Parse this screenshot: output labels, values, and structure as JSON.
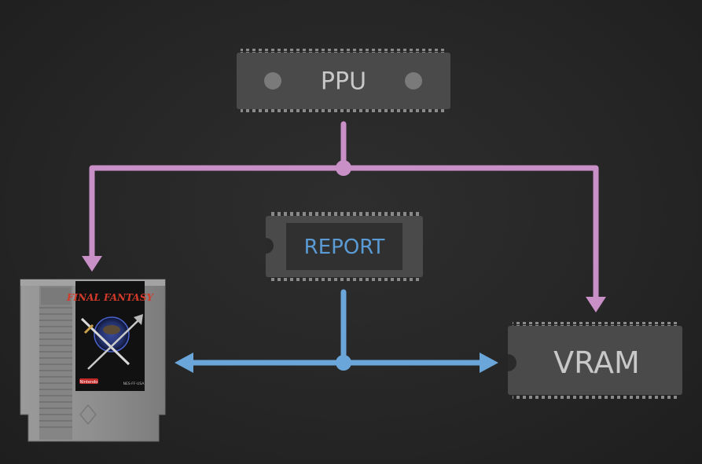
{
  "chips": {
    "ppu": {
      "label": "PPU"
    },
    "report": {
      "label": "REPORT"
    },
    "vram": {
      "label": "VRAM"
    }
  },
  "cartridge": {
    "game_title": "FINAL FANTASY",
    "publisher_badge": "Nintendo",
    "code": "NES-FF-USA"
  },
  "colors": {
    "background": "#262626",
    "chip_body": "#4a4a4a",
    "chip_pin": "#8a8a8a",
    "label_text": "#c8c8c8",
    "report_text": "#5b9bd5",
    "bus_pink": "#c98fc7",
    "bus_blue": "#6aa6d9",
    "cartridge_gray": "#8c8c8c"
  }
}
